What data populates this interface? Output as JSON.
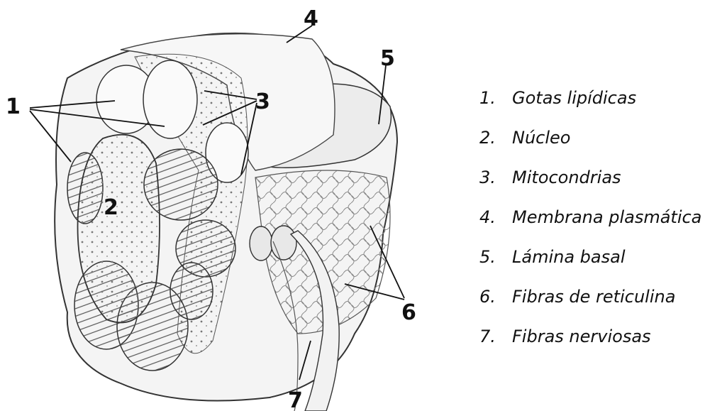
{
  "callouts": [
    "1",
    "2",
    "3",
    "4",
    "5",
    "6",
    "7"
  ],
  "legend": [
    {
      "num": "1.",
      "label": "Gotas lipídicas"
    },
    {
      "num": "2.",
      "label": "Núcleo"
    },
    {
      "num": "3.",
      "label": "Mitocondrias"
    },
    {
      "num": "4.",
      "label": "Membrana plasmática"
    },
    {
      "num": "5.",
      "label": "Lámina basal"
    },
    {
      "num": "6.",
      "label": "Fibras de reticulina"
    },
    {
      "num": "7.",
      "label": "Fibras nerviosas"
    }
  ]
}
